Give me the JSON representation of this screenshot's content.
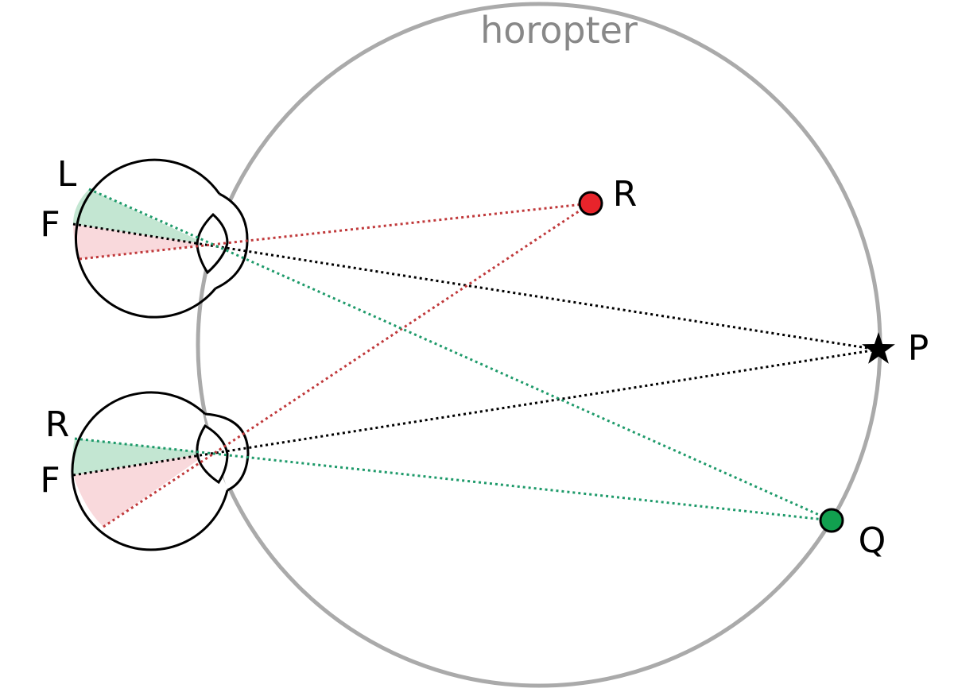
{
  "labels": {
    "horopter": "horopter",
    "top_eye_upper": "L",
    "top_eye_lower": "F",
    "bottom_eye_upper": "R",
    "bottom_eye_lower": "F",
    "point_r": "R",
    "point_p": "P",
    "point_q": "Q"
  },
  "colors": {
    "horopter": "#aaaaaa",
    "horopter_label": "#888888",
    "red_line": "#c0393b",
    "green_line": "#1e9a6a",
    "black_line": "#000000",
    "red_fill": "#f9d9dc",
    "green_fill": "#c3e6d2",
    "point_r_fill": "#e8242b",
    "point_q_fill": "#11a04f"
  }
}
